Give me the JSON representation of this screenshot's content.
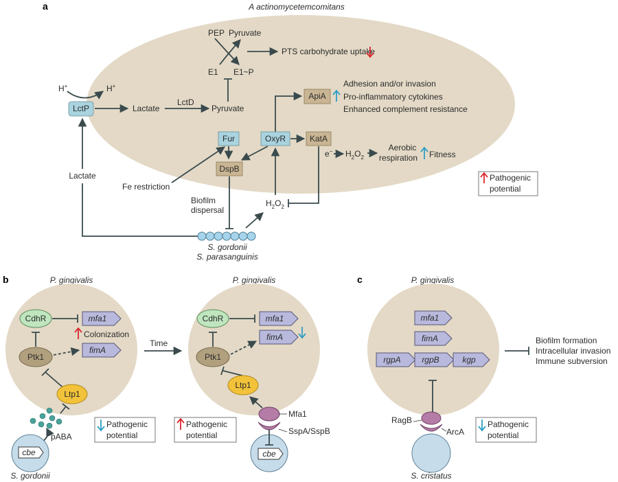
{
  "colors": {
    "cell_fill": "#e3d9c6",
    "gene_fill": "#b9b9dd",
    "blue_protein": "#a9d3df",
    "tan_protein": "#c9b593",
    "green_protein": "#bfe6bf",
    "brown_protein": "#b1a07d",
    "yellow_protein": "#f2c23a",
    "bacteria_fill": "#c6dcea",
    "streptococcus_bead": "#a6d5eb",
    "arrow_up_red": "#d9272e",
    "arrow_up_blue": "#2f9fc4",
    "line": "#3a4a4d"
  },
  "panel_a": {
    "label": "a",
    "organism": "A actinomycetemcomitans",
    "pep": "PEP",
    "pyruvate_top": "Pyruvate",
    "e1": "E1",
    "e1p": "E1~P",
    "pts": "PTS carbohydrate uptake",
    "h_left": "H",
    "h_right": "H",
    "h_sup": "+",
    "lctp": "LctP",
    "lactate_in": "Lactate",
    "lctd": "LctD",
    "pyruvate_mid": "Pyruvate",
    "apia": "ApiA",
    "effects": [
      "Adhesion and/or invasion",
      "Pro-inflammatory cytokines",
      "Enhanced complement resistance"
    ],
    "fur": "Fur",
    "oxyr": "OxyR",
    "kata": "KatA",
    "dspb": "DspB",
    "electron": "e",
    "electron_sup": "−",
    "h2o2_a": "H",
    "h2o2_b": "O",
    "h2o2_sub": "2",
    "aerobic": [
      "Aerobic",
      "respiration"
    ],
    "fitness": "Fitness",
    "lactate_out": "Lactate",
    "fe_restriction": "Fe restriction",
    "biofilm_dispersal": [
      "Biofilm",
      "dispersal"
    ],
    "strep_1": "S. gordonii",
    "strep_2": "S. parasanguinis",
    "legend": [
      "Pathogenic",
      "potential"
    ]
  },
  "panel_b": {
    "label": "b",
    "organism_left": "P. gingivalis",
    "organism_right": "P. gingivalis",
    "cdhr": "CdhR",
    "ptk1": "Ptk1",
    "ltp1": "Ltp1",
    "mfa1": "mfa1",
    "fima": "fimA",
    "colonization": "Colonization",
    "time": "Time",
    "paba": "pABA",
    "cbe": "cbe",
    "s_gordonii": "S. gordonii",
    "mfa1_protein": "Mfa1",
    "sspa": "SspA/SspB",
    "legend_left": [
      "Pathogenic",
      "potential"
    ],
    "legend_right": [
      "Pathogenic",
      "potential"
    ]
  },
  "panel_c": {
    "label": "c",
    "organism": "P. gingivalis",
    "genes": [
      "mfa1",
      "fimA",
      "rgpA",
      "rgpB",
      "kgp"
    ],
    "effects": [
      "Biofilm formation",
      "Intracellular invasion",
      "Immune subversion"
    ],
    "ragb": "RagB",
    "arca": "ArcA",
    "s_cristatus": "S. cristatus",
    "legend": [
      "Pathogenic",
      "potential"
    ]
  }
}
